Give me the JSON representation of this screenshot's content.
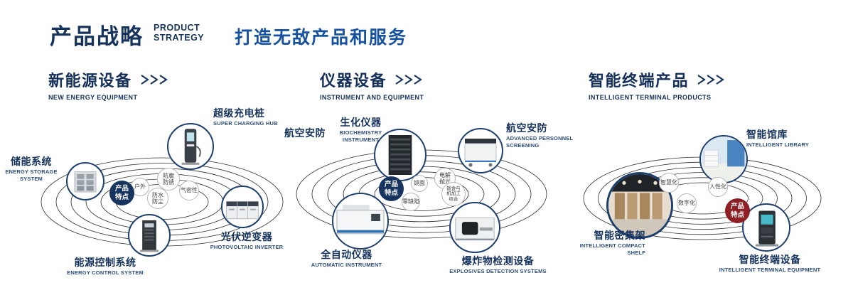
{
  "header": {
    "title": "产品战略",
    "sub1": "PRODUCT",
    "sub2": "STRATEGY",
    "tagline": "打造无敌产品和服务"
  },
  "sections": [
    {
      "title": "新能源设备",
      "subtitle": "NEW ENERGY EQUIPMENT",
      "badge": "产品特点",
      "features": [
        "户外",
        "防腐防锈",
        "防水防尘",
        "气密性"
      ],
      "products": [
        {
          "name": "储能系统",
          "en": "ENERGY STORAGE SYSTEM"
        },
        {
          "name": "超级充电桩",
          "en": "SUPER CHARGING HUB"
        },
        {
          "name": "光伏逆变器",
          "en": "PHOTOVOLTAIC INVERTER"
        },
        {
          "name": "能源控制系统",
          "en": "ENERGY CONTROL SYSTEM"
        }
      ]
    },
    {
      "title": "仪器设备",
      "subtitle": "INSTRUMENT AND EQUIPMENT",
      "badge": "产品特点",
      "side_label": "航空安防",
      "features": [
        "镜面",
        "电解抛光",
        "零缺陷",
        "钣金与机加工结合"
      ],
      "products": [
        {
          "name": "生化仪器",
          "en": "BIOCHEMISTRY INSTRUMENT"
        },
        {
          "name": "航空安防",
          "en": "ADVANCED PERSONNEL SCREENING"
        },
        {
          "name": "全自动仪器",
          "en": "AUTOMATIC INSTRUMENT"
        },
        {
          "name": "爆炸物检测设备",
          "en": "EXPLOSIVES DETECTION SYSTEMS"
        }
      ]
    },
    {
      "title": "智能终端产品",
      "subtitle": "INTELLIGENT TERMINAL PRODUCTS",
      "badge": "产品特点",
      "features": [
        "智慧化",
        "人性化",
        "数字化"
      ],
      "products": [
        {
          "name": "智能馆库",
          "en": "INTELLIGENT LIBRARY"
        },
        {
          "name": "智能密集架",
          "en": "INTELLIGENT COMPACT SHELF"
        },
        {
          "name": "智能终端设备",
          "en": "INTELLIGENT TERMINAL EQUIPMENT"
        }
      ]
    }
  ],
  "colors": {
    "navy": "#16335c",
    "tagline_blue": "#15519f",
    "badge_navy": "#17345f",
    "badge_red": "#8e1f24",
    "ring": "#2e2e2e"
  }
}
